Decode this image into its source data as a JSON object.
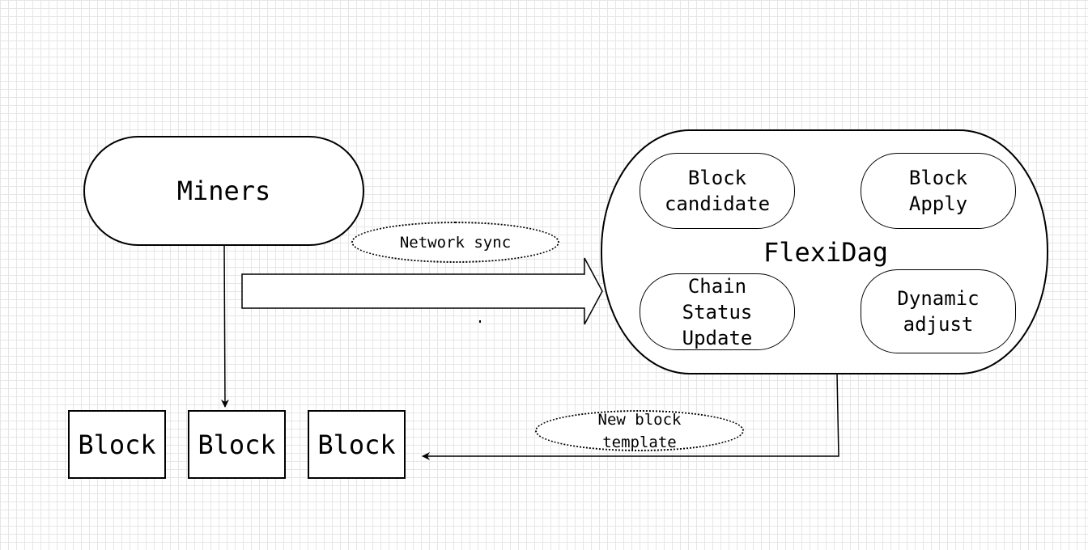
{
  "miners": {
    "label": "Miners"
  },
  "flexidag": {
    "label": "FlexiDag",
    "block_candidate": "Block\ncandidate",
    "block_apply": "Block\nApply",
    "chain_status_update": "Chain\nStatus\nUpdate",
    "dynamic_adjust": "Dynamic\nadjust"
  },
  "blocks": [
    "Block",
    "Block",
    "Block"
  ],
  "labels": {
    "network_sync": "Network sync",
    "new_block_template": "New block\ntemplate"
  },
  "colors": {
    "stroke": "#000000",
    "fill": "#ffffff",
    "grid": "#e6e6e6"
  }
}
